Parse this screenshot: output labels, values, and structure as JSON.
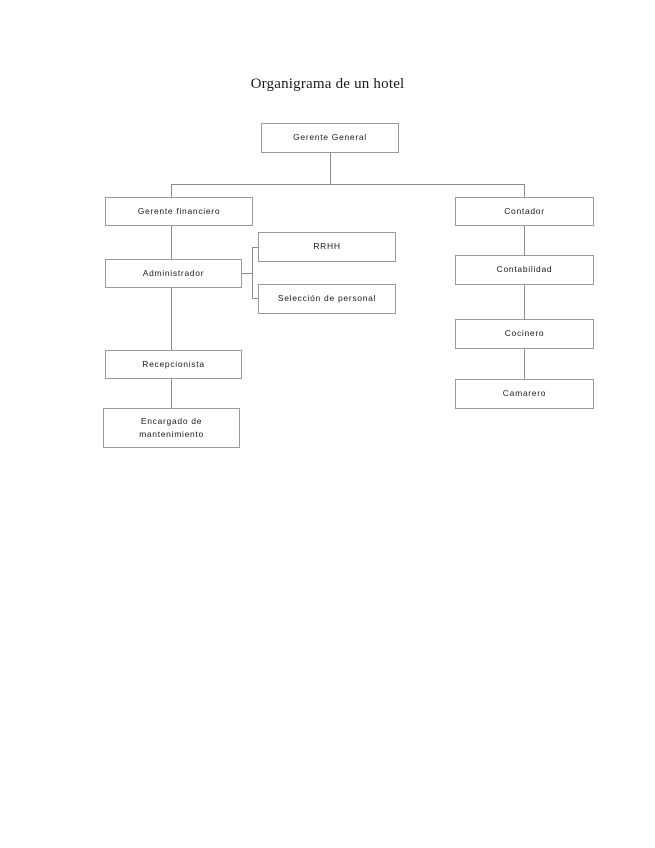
{
  "document": {
    "title": "Organigrama de un hotel",
    "page_background": "#ffffff",
    "line_color": "#8c8c8c",
    "box_border_color": "#9a9a9a",
    "text_color": "#1a1a1a"
  },
  "chart_data": {
    "type": "diagram",
    "diagram_type": "organizational-chart",
    "title": "Organigrama de un hotel",
    "orientation": "top-down",
    "nodes": [
      {
        "id": "gerente-general",
        "label": "Gerente General",
        "level": 0
      },
      {
        "id": "gerente-financiero",
        "label": "Gerente financiero",
        "level": 1
      },
      {
        "id": "contador",
        "label": "Contador",
        "level": 1
      },
      {
        "id": "administrador",
        "label": "Administrador",
        "level": 2
      },
      {
        "id": "rrhh",
        "label": "RRHH",
        "level": 3
      },
      {
        "id": "seleccion-de-personal",
        "label": "Selección de personal",
        "level": 3
      },
      {
        "id": "recepcionista",
        "label": "Recepcionista",
        "level": 3
      },
      {
        "id": "encargado-de-mantenimiento",
        "label": "Encargado de\nmantenimiento",
        "level": 4
      },
      {
        "id": "contabilidad",
        "label": "Contabilidad",
        "level": 2
      },
      {
        "id": "cocinero",
        "label": "Cocinero",
        "level": 3
      },
      {
        "id": "camarero",
        "label": "Camarero",
        "level": 4
      }
    ],
    "edges": [
      {
        "from": "gerente-general",
        "to": "gerente-financiero"
      },
      {
        "from": "gerente-general",
        "to": "contador"
      },
      {
        "from": "gerente-financiero",
        "to": "administrador"
      },
      {
        "from": "administrador",
        "to": "rrhh"
      },
      {
        "from": "administrador",
        "to": "seleccion-de-personal"
      },
      {
        "from": "administrador",
        "to": "recepcionista"
      },
      {
        "from": "recepcionista",
        "to": "encargado-de-mantenimiento"
      },
      {
        "from": "contador",
        "to": "contabilidad"
      },
      {
        "from": "contabilidad",
        "to": "cocinero"
      },
      {
        "from": "cocinero",
        "to": "camarero"
      }
    ]
  },
  "nodes": {
    "gerente_general": "Gerente General",
    "gerente_financiero": "Gerente financiero",
    "contador": "Contador",
    "administrador": "Administrador",
    "rrhh": "RRHH",
    "seleccion_personal": "Selección de personal",
    "recepcionista": "Recepcionista",
    "encargado_line1": "Encargado de",
    "encargado_line2": "mantenimiento",
    "contabilidad": "Contabilidad",
    "cocinero": "Cocinero",
    "camarero": "Camarero"
  }
}
